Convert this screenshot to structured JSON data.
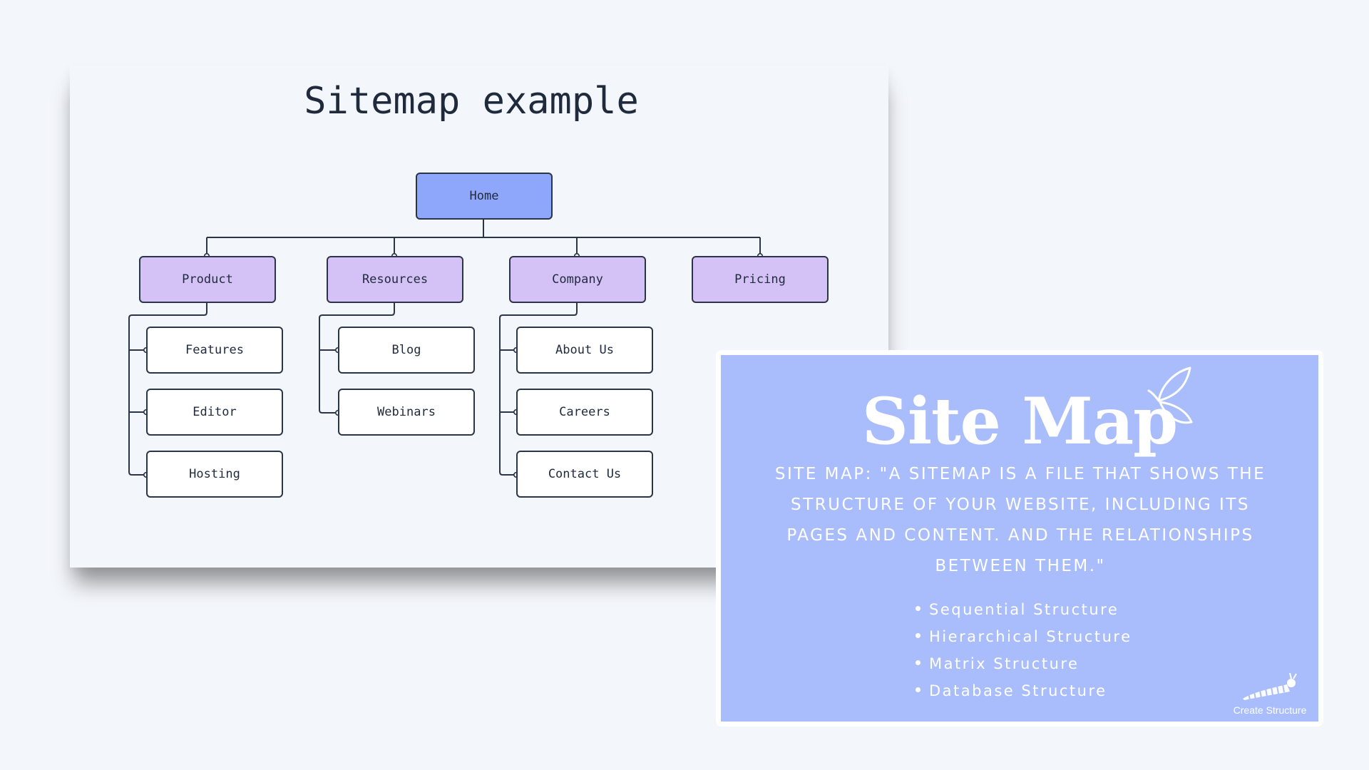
{
  "diagram": {
    "title": "Sitemap example",
    "root": "Home",
    "sections": [
      {
        "label": "Product",
        "children": [
          "Features",
          "Editor",
          "Hosting"
        ]
      },
      {
        "label": "Resources",
        "children": [
          "Blog",
          "Webinars"
        ]
      },
      {
        "label": "Company",
        "children": [
          "About Us",
          "Careers",
          "Contact Us"
        ]
      },
      {
        "label": "Pricing",
        "children": []
      }
    ],
    "colors": {
      "root_fill": "#8ea7fa",
      "section_fill": "#d4c2f6",
      "leaf_fill": "#ffffff",
      "stroke": "#2b3548"
    }
  },
  "info_card": {
    "title": "Site Map",
    "description": "Site Map: \"A sitemap is a file that shows the structure of your website, including its pages and content. and the relationships between them.\"",
    "items": [
      "Sequential Structure",
      "Hierarchical Structure",
      "Matrix Structure",
      "Database Structure"
    ],
    "brand_label": "Create Structure",
    "icons": [
      "butterfly-icon",
      "caterpillar-icon"
    ],
    "colors": {
      "panel": "#a9bdfc",
      "border": "#ffffff",
      "text": "#ffffff"
    }
  }
}
